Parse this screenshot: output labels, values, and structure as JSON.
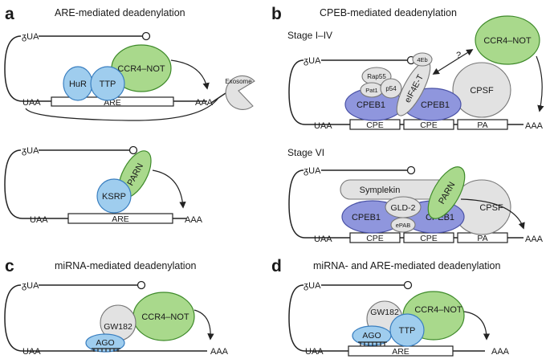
{
  "panels": {
    "a": {
      "letter": "a",
      "title": "ARE-mediated deadenylation",
      "top": {
        "cap": "ᵹUA",
        "stop": "UAA",
        "polyA": "AAA",
        "element": "ARE",
        "hur": "HuR",
        "ttp": "TTP",
        "ccr4": "CCR4–NOT",
        "exosome": "Exosome"
      },
      "bottom": {
        "cap": "ᵹUA",
        "stop": "UAA",
        "polyA": "AAA",
        "element": "ARE",
        "ksrp": "KSRP",
        "parn": "PARN"
      }
    },
    "b": {
      "letter": "b",
      "title": "CPEB-mediated deadenylation",
      "stage1": {
        "label": "Stage I–IV",
        "cap": "ᵹUA",
        "stop": "UAA",
        "polyA": "AAA",
        "cpe1": "CPE",
        "cpe2": "CPE",
        "pa": "PA",
        "cpeb_left": "CPEB1",
        "cpeb_right": "CPEB1",
        "rap55": "Rap55",
        "pat1": "Pat1",
        "p54": "p54",
        "eif4et": "eIF4E-T",
        "e4eb": "4Eb",
        "cpsf": "CPSF",
        "ccr4": "CCR4–NOT",
        "question": "?"
      },
      "stage6": {
        "label": "Stage VI",
        "cap": "ᵹUA",
        "stop": "UAA",
        "polyA": "AAA",
        "cpe1": "CPE",
        "cpe2": "CPE",
        "pa": "PA",
        "symplekin": "Symplekin",
        "gld2": "GLD-2",
        "epab": "ePAB",
        "cpeb_left": "CPEB1",
        "cpeb_right": "CPEB1",
        "parn": "PARN",
        "cpsf": "CPSF"
      }
    },
    "c": {
      "letter": "c",
      "title": "miRNA-mediated deadenylation",
      "cap": "ᵹUA",
      "stop": "UAA",
      "polyA": "AAA",
      "gw182": "GW182",
      "ccr4": "CCR4–NOT",
      "ago": "AGO"
    },
    "d": {
      "letter": "d",
      "title": "miRNA- and ARE-mediated deadenylation",
      "cap": "ᵹUA",
      "stop": "UAA",
      "polyA": "AAA",
      "element": "ARE",
      "gw182": "GW182",
      "ccr4": "CCR4–NOT",
      "ago": "AGO",
      "ttp": "TTP"
    }
  },
  "colors": {
    "green_fill": "#a9d98c",
    "blue_fill": "#9fcdee",
    "purple_fill": "#8f96dd",
    "grey_fill": "#e2e2e2"
  }
}
